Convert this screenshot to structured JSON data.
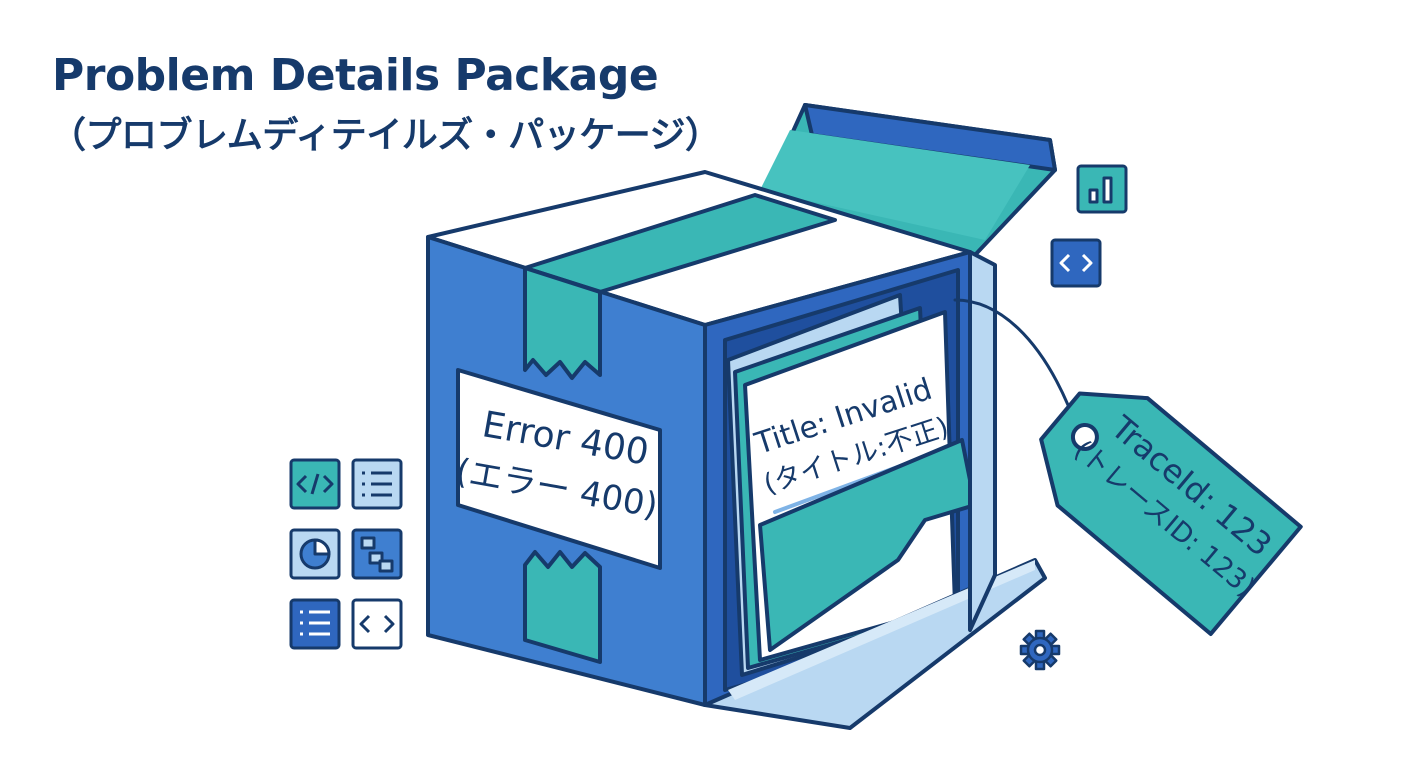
{
  "header": {
    "title": "Problem Details Package",
    "subtitle": "（プロブレムディテイルズ・パッケージ）"
  },
  "box_label": {
    "line1": "Error 400",
    "line2": "(エラー 400)"
  },
  "document": {
    "line1": "Title: Invalid",
    "line2": "(タイトル:不正)"
  },
  "tag": {
    "line1": "TraceId: 123",
    "line2": "(トレースID: 123)"
  },
  "icons": {
    "left_grid": [
      "code-icon",
      "list-icon",
      "pie-chart-icon",
      "hierarchy-icon",
      "list-icon",
      "code-icon"
    ],
    "right": [
      "bar-chart-icon",
      "code-icon"
    ],
    "bottom": "gear-icon"
  },
  "colors": {
    "navy": "#163a6b",
    "box_blue": "#3f7fd0",
    "box_side": "#2f67bf",
    "teal": "#3ab7b5",
    "light_blue": "#b9d8f2"
  }
}
